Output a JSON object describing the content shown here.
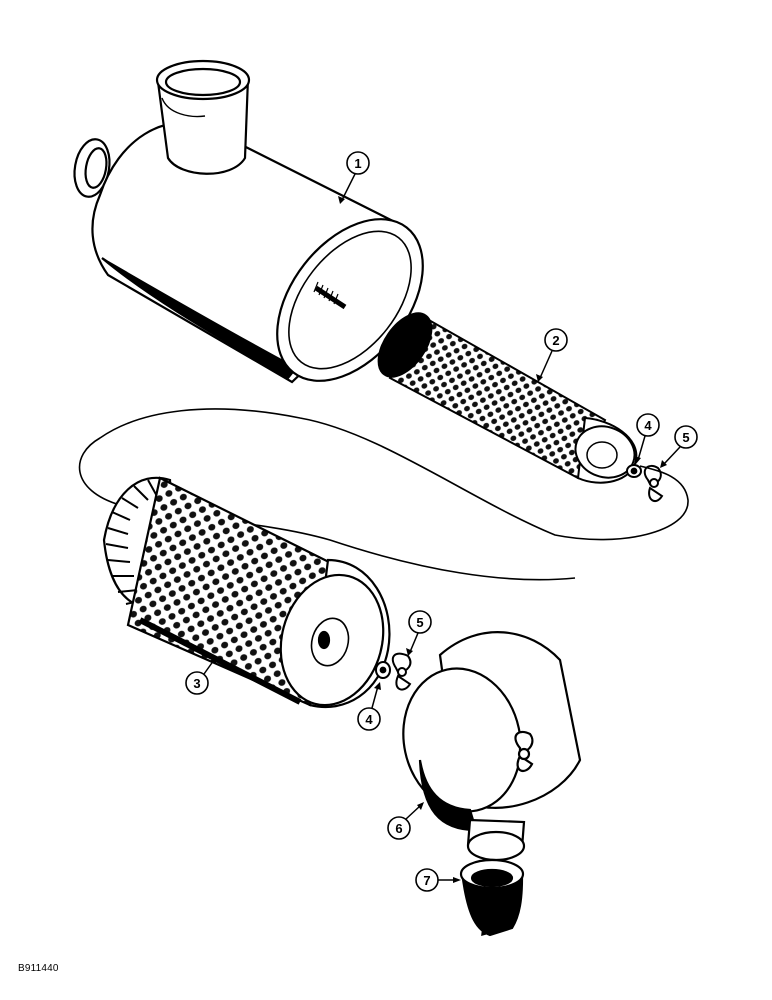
{
  "callouts": {
    "c1": "1",
    "c2": "2",
    "c3": "3",
    "c4a": "4",
    "c5a": "5",
    "c4b": "4",
    "c5b": "5",
    "c6": "6",
    "c7": "7"
  },
  "reference_code": "B911440"
}
